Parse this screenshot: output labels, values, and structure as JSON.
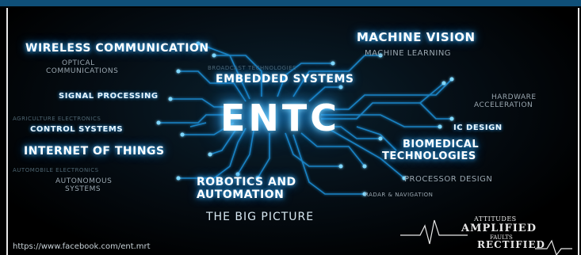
{
  "center": {
    "label": "ENTC"
  },
  "topics": {
    "wireless": "WIRELESS COMMUNICATION",
    "optical_1": "OPTICAL",
    "optical_2": "COMMUNICATIONS",
    "broadcast": "BROADCAST TECHNOLOGIES",
    "embedded": "EMBEDDED SYSTEMS",
    "machine_vision": "MACHINE VISION",
    "machine_learning": "MACHINE LEARNING",
    "signal": "SIGNAL PROCESSING",
    "hardware_1": "HARDWARE",
    "hardware_2": "ACCELERATION",
    "agriculture": "AGRICULTURE ELECTRONICS",
    "control": "CONTROL SYSTEMS",
    "ic_design": "IC DESIGN",
    "iot": "INTERNET OF THINGS",
    "biomedical_1": "BIOMEDICAL",
    "biomedical_2": "TECHNOLOGIES",
    "automobile": "AUTOMOBILE ELECTRONICS",
    "autonomous_1": "AUTONOMOUS",
    "autonomous_2": "SYSTEMS",
    "robotics_1": "ROBOTICS AND",
    "robotics_2": "AUTOMATION",
    "processor": "PROCESSOR DESIGN",
    "radar": "RADAR & NAVIGATION"
  },
  "tagline": "THE BIG PICTURE",
  "url": "https://www.facebook.com/ent.mrt",
  "stamp": {
    "line1": "ATTITUDES",
    "line2": "AMPLIFIED",
    "line3": "FAULTS",
    "line4": "RECTIFIED"
  },
  "colors": {
    "glow": "#2aa6ff",
    "trace": "#1f8fd6",
    "topbar": "#0f4f78",
    "background": "#000000"
  }
}
